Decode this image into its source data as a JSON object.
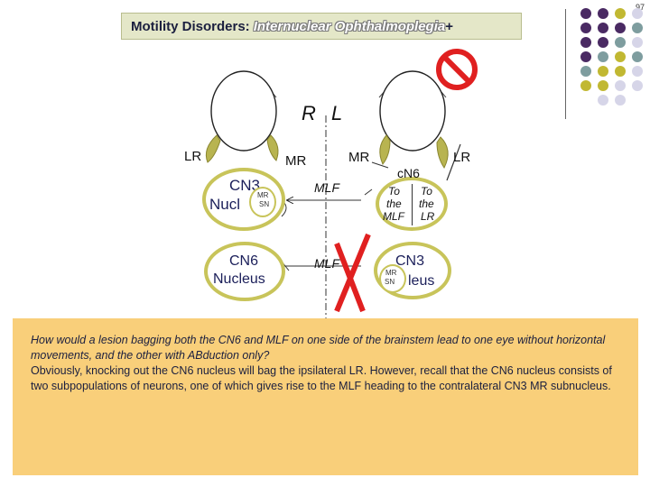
{
  "page_number": "97",
  "title": {
    "main": "Motility Disorders:",
    "sub": "Internuclear Ophthalmoplegia",
    "plus": "+"
  },
  "diagram": {
    "side_right": "R",
    "side_left": "L",
    "lr_left": "LR",
    "mr_left": "MR",
    "mr_right": "MR",
    "lr_right": "LR",
    "cn3_left_line1": "CN3",
    "cn3_left_line2": "Nucl",
    "cn3_left_sub_mr": "MR",
    "cn3_left_sub_sn": "SN",
    "mlf_top": "MLF",
    "mlf_bottom": "MLF",
    "cn6_small": "cN6",
    "to_mlf": [
      "To",
      "the",
      "MLF"
    ],
    "to_lr": [
      "To",
      "the",
      "LR"
    ],
    "cn6_nucleus_line1": "CN6",
    "cn6_nucleus_line2": "Nucleus",
    "cn3_right_line1": "CN3",
    "cn3_right_line2": "leus",
    "cn3_right_sub_mr": "MR",
    "cn3_right_sub_sn": "SN"
  },
  "text": {
    "question": "How would a lesion bagging both the CN6 and MLF on one side of the brainstem lead to one eye without horizontal movements, and the other with ABduction only?",
    "answer": "Obviously, knocking out the CN6 nucleus will bag the ipsilateral LR. However, recall that the CN6 nucleus consists of two subpopulations of neurons, one of which gives rise to the MLF heading to the contralateral CN3 MR subnucleus."
  },
  "colors": {
    "title_bg": "#e4e7c8",
    "nucleus_border": "#c8c45a",
    "muscle_fill": "#b8b450",
    "lesion_red": "#e02020",
    "text_box_bg": "#f9cf7a",
    "dot_purple": "#4a2a63",
    "dot_teal": "#7e9d9f",
    "dot_olive": "#c1b832",
    "dot_lavender": "#d6d5e8"
  }
}
